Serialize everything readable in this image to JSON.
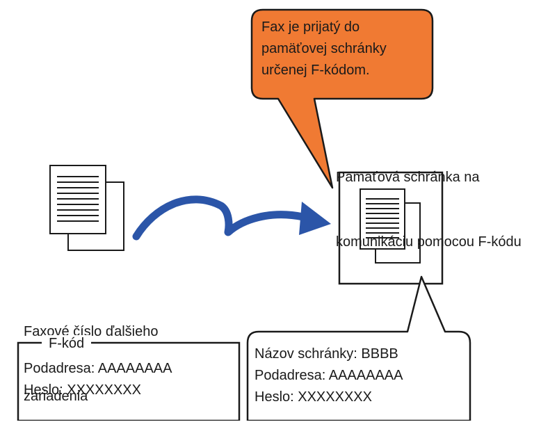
{
  "callout": {
    "lines": [
      "Fax je prijatý do",
      "pamäťovej schránky",
      "určenej F-kódom."
    ],
    "color": "#f07a33"
  },
  "mailbox_label": {
    "lines": [
      "Pamäťová schránka na",
      "komunikáciu pomocou F-kódu"
    ]
  },
  "sender_label": {
    "lines": [
      "Faxové číslo ďalšieho",
      "zariadenia"
    ]
  },
  "sender_box": {
    "title": "F-kód",
    "lines": [
      "Podadresa: AAAAAAAA",
      "Heslo: XXXXXXXX"
    ]
  },
  "mailbox_box": {
    "lines": [
      "Názov schránky: BBBB",
      "Podadresa: AAAAAAAA",
      "Heslo: XXXXXXXX"
    ]
  },
  "arrow": {
    "color": "#2b55a8",
    "icon": "curved-arrow-icon"
  },
  "icons": {
    "sender_document": "document-stack-icon",
    "mailbox_document": "document-stack-icon"
  }
}
